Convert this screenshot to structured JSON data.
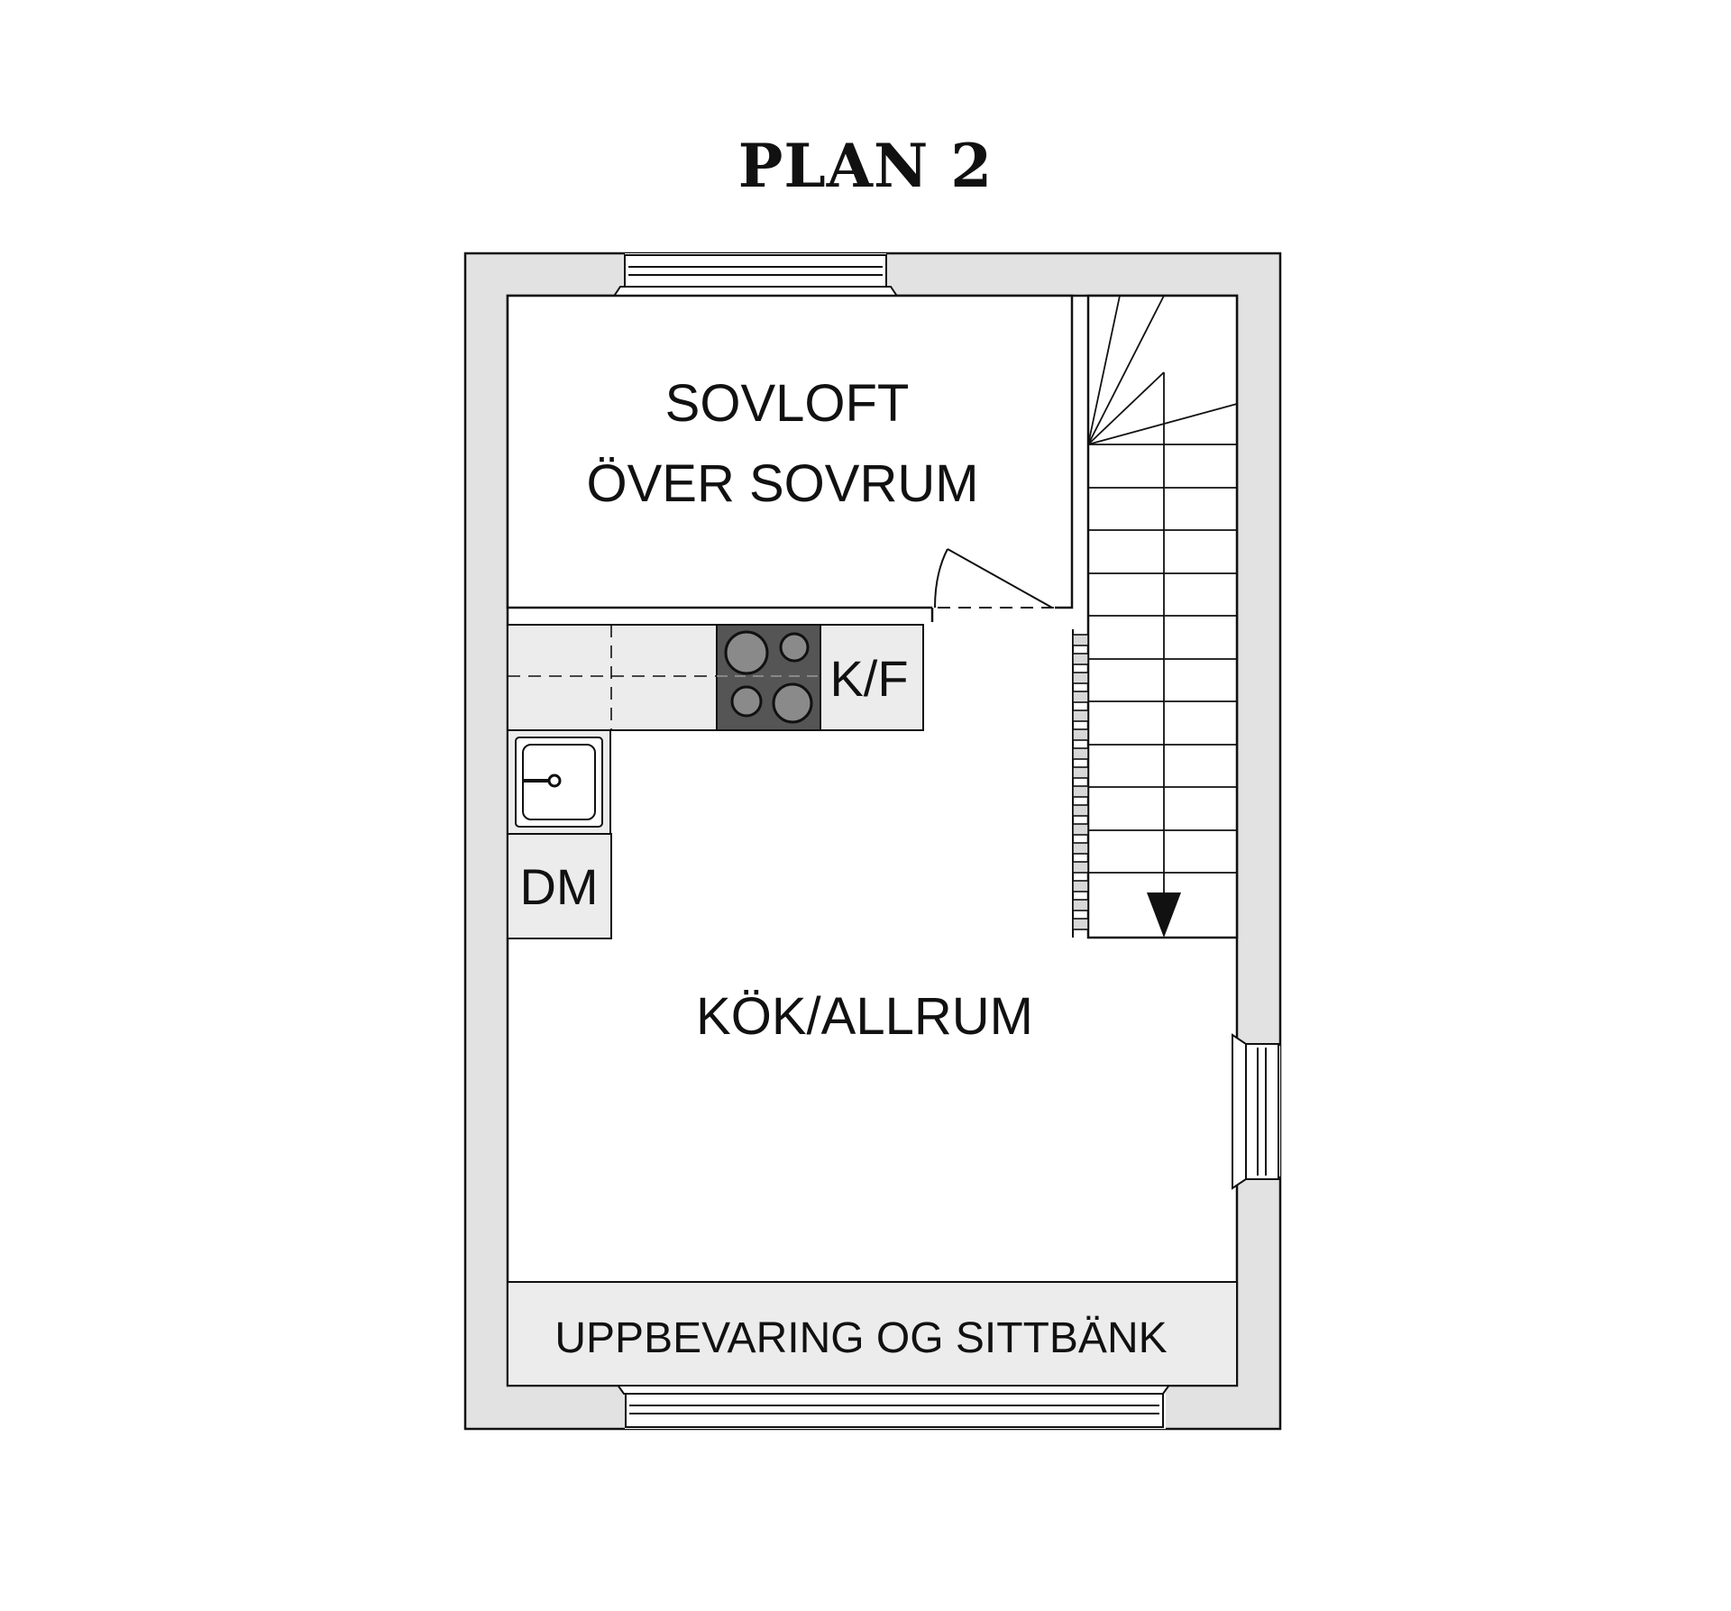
{
  "title": "PLAN 2",
  "rooms": {
    "sovloft_line1": "SOVLOFT",
    "sovloft_line2": "ÖVER SOVRUM",
    "kok_allrum": "KÖK/ALLRUM",
    "storage_bench": "UPPBEVARING OG SITTBÄNK"
  },
  "appliances": {
    "fridge_freezer": "K/F",
    "dishwasher": "DM"
  },
  "colors": {
    "wall_fill": "#e2e2e2",
    "counter_fill": "#ececec",
    "stove_fill": "#555555",
    "line": "#111111"
  }
}
